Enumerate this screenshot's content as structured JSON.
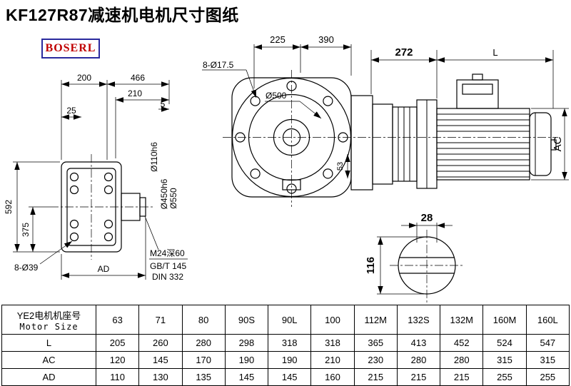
{
  "page": {
    "title": "KF127R87减速机电机尺寸图纸",
    "brand": "BOSERL",
    "brand_text_color": "#c00000",
    "brand_border_color": "#2a2a9e",
    "line_color": "#000000"
  },
  "front_view": {
    "dim_200": "200",
    "dim_466": "466",
    "dim_210": "210",
    "dim_5": "5",
    "dim_25": "25",
    "dim_592": "592",
    "dim_375": "375",
    "bolt_holes": "8-Ø39",
    "dim_ad": "AD",
    "shaft_dia": "Ø110h6",
    "spigot_dia": "Ø450h6",
    "flange_dia": "Ø550",
    "note_thread": "M24深60",
    "note_standard": "GB/T 145",
    "note_din": "DIN 332"
  },
  "side_view": {
    "dim_225": "225",
    "dim_390": "390",
    "bolt_holes": "8-Ø17.5",
    "flange_dia": "Ø500",
    "dim_272": "272",
    "dim_l": "L",
    "dim_ac": "AC",
    "dim_53": "53"
  },
  "shaft_view": {
    "key_width": "28",
    "shaft_dia": "116"
  },
  "table": {
    "header_cn": "YE2电机机座号",
    "header_en": "Motor Size",
    "columns": [
      "63",
      "71",
      "80",
      "90S",
      "90L",
      "100",
      "112M",
      "132S",
      "132M",
      "160M",
      "160L"
    ],
    "rows": [
      {
        "label": "L",
        "values": [
          "205",
          "260",
          "280",
          "298",
          "318",
          "318",
          "365",
          "413",
          "452",
          "524",
          "547"
        ]
      },
      {
        "label": "AC",
        "values": [
          "120",
          "145",
          "170",
          "190",
          "190",
          "210",
          "230",
          "280",
          "280",
          "315",
          "315"
        ]
      },
      {
        "label": "AD",
        "values": [
          "110",
          "130",
          "135",
          "145",
          "145",
          "160",
          "215",
          "215",
          "215",
          "255",
          "255"
        ]
      }
    ]
  }
}
